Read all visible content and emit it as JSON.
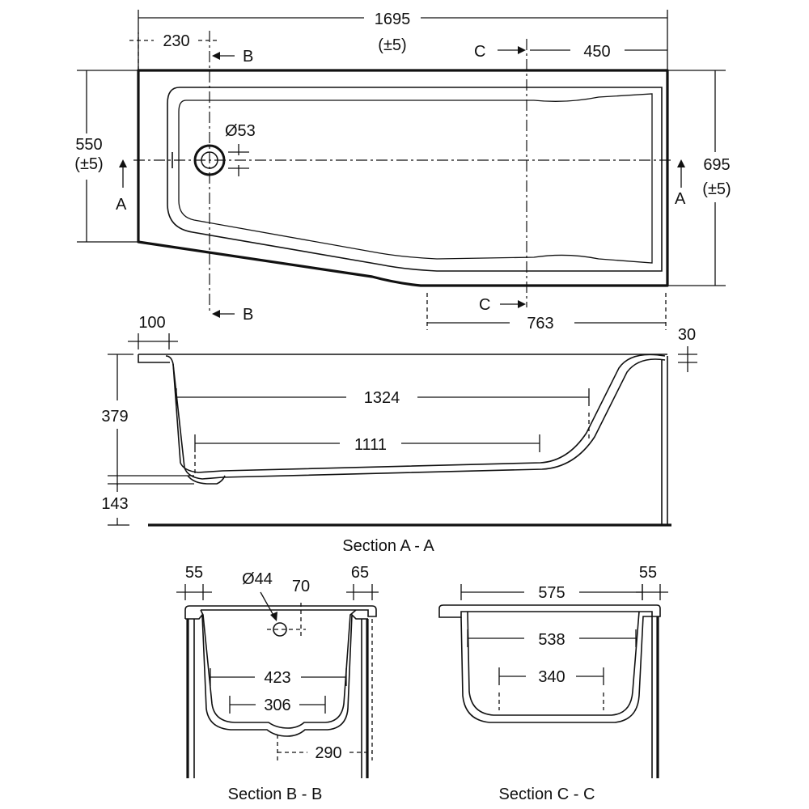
{
  "plan": {
    "overall_length": "1695",
    "overall_length_tol": "(±5)",
    "waste_offset": "230",
    "end_width_label": "550",
    "end_width_tol": "(±5)",
    "wide_width_label": "695",
    "wide_width_tol": "(±5)",
    "c_offset": "450",
    "straight_length": "763",
    "waste_diameter": "Ø53",
    "section_a": "A",
    "section_b": "B",
    "section_c": "C"
  },
  "section_aa": {
    "title": "Section A - A",
    "rim_width": "100",
    "rim_thickness": "30",
    "depth": "379",
    "floor_height": "143",
    "top_length": "1324",
    "bottom_length": "1111"
  },
  "section_bb": {
    "title": "Section B - B",
    "left_rim": "55",
    "waste_diameter": "Ø44",
    "waste_offset": "70",
    "right_rim": "65",
    "inner_top": "423",
    "inner_bottom": "306",
    "outer_foot": "290"
  },
  "section_cc": {
    "title": "Section C - C",
    "top_width": "575",
    "right_rim": "55",
    "inner_top": "538",
    "inner_bottom": "340"
  }
}
